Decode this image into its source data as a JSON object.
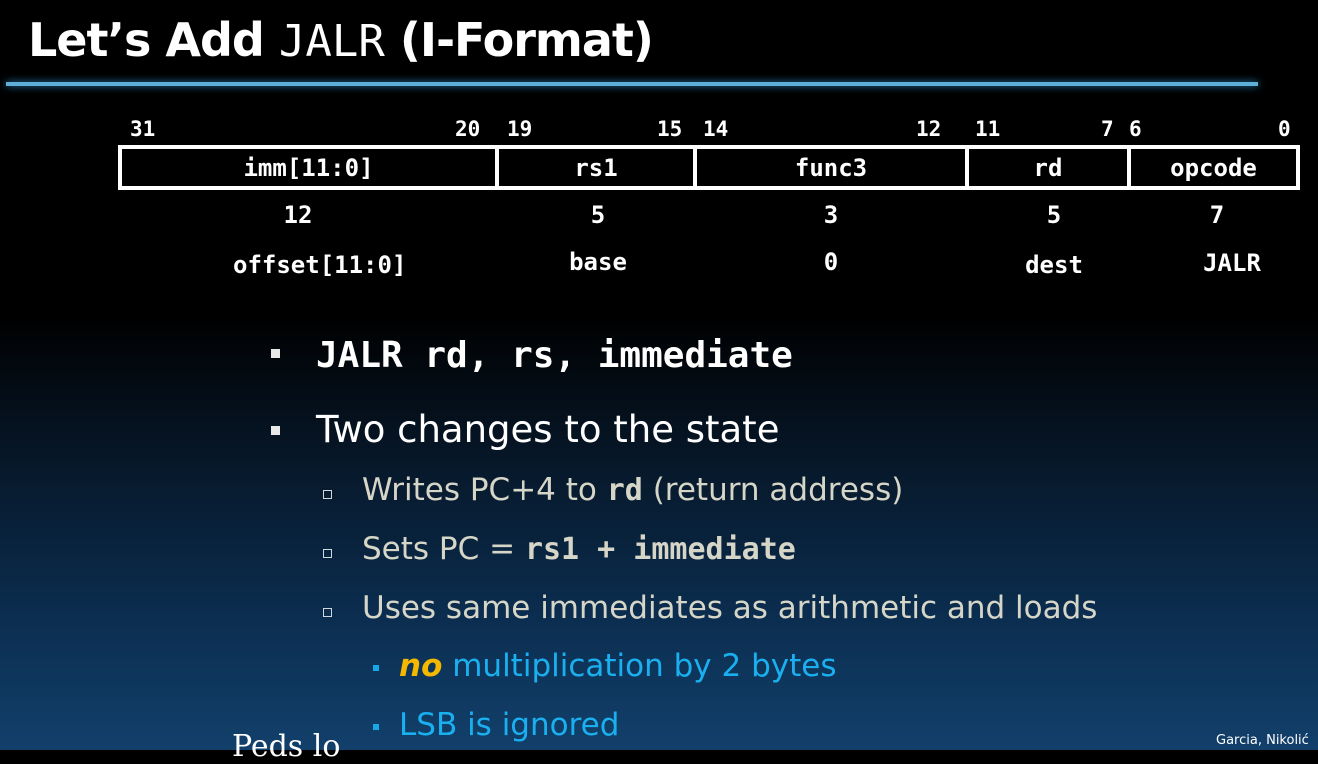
{
  "title": {
    "prefix": "Let’s Add ",
    "mnemonic": "JALR",
    "suffix": " (I-Format)"
  },
  "format": {
    "bit_numbers": [
      "31",
      "20",
      "19",
      "15",
      "14",
      "12",
      "11",
      "7",
      "6",
      "0"
    ],
    "fields": [
      "imm[11:0]",
      "rs1",
      "func3",
      "rd",
      "opcode"
    ],
    "widths": [
      "12",
      "5",
      "3",
      "5",
      "7"
    ],
    "values": [
      "offset[11:0]",
      "base",
      "0",
      "dest",
      "JALR"
    ]
  },
  "bullets": {
    "syntax": "JALR rd, rs, immediate",
    "changes": "Two changes to the state",
    "sub1": {
      "pre": "Writes PC+4 to ",
      "code": "rd",
      "post": " (return address)"
    },
    "sub2": {
      "pre": "Sets PC = ",
      "code": "rs1 + immediate"
    },
    "sub3": "Uses same immediates as arithmetic and loads",
    "sub3a": {
      "em": "no",
      "rest": " multiplication by 2 bytes"
    },
    "sub3b": "LSB is ignored"
  },
  "stray_text": "Peds lo",
  "footer": "Garcia, Nikolić",
  "colors": {
    "accent_rule": "#5fb0d8",
    "highlight": "#f5b800",
    "sub_bullet": "#1ab0f0"
  }
}
